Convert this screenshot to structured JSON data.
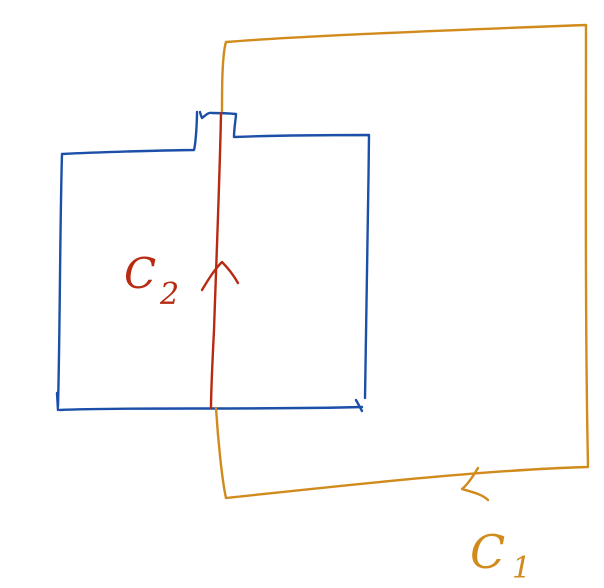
{
  "diagram": {
    "curves": {
      "c1": {
        "label": "C",
        "subscript": "1",
        "color": "#D18A1C"
      },
      "c2": {
        "label": "C",
        "subscript": "2",
        "color": "#B82A12"
      }
    },
    "region": {
      "color": "#1C4FA8"
    }
  }
}
